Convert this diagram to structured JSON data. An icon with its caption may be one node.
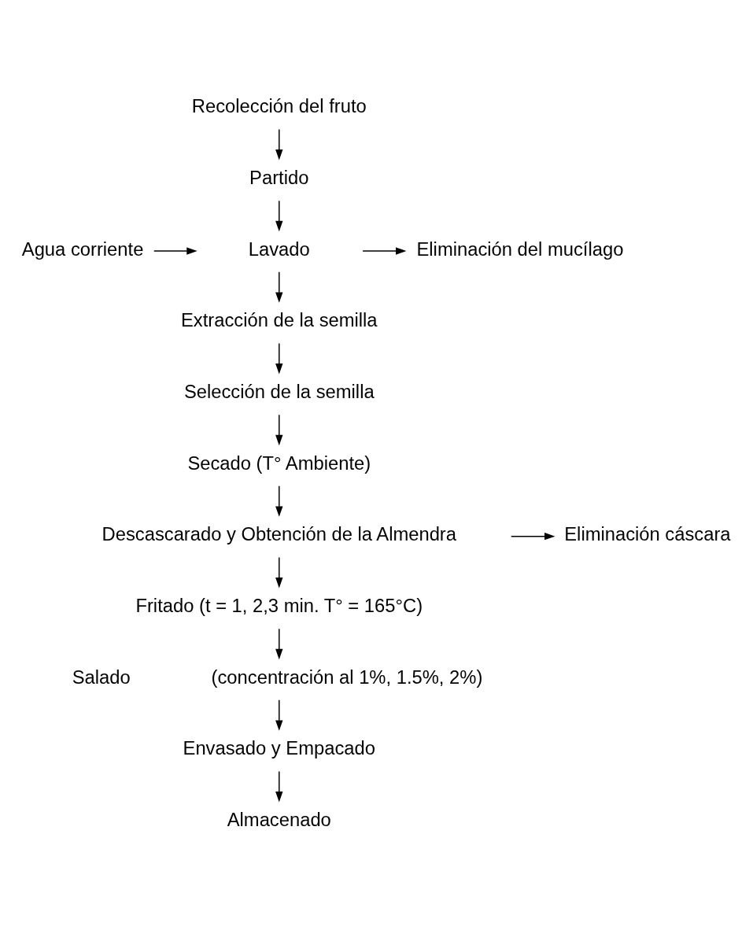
{
  "diagram": {
    "nodes": [
      {
        "text": [
          "Recolección del fruto"
        ]
      },
      {
        "text": [
          "Partido"
        ]
      },
      {
        "text": [
          "Lavado"
        ]
      },
      {
        "text": [
          "Agua corriente"
        ]
      },
      {
        "text": [
          "Eliminación del mucílago"
        ]
      },
      {
        "text": [
          "Extracción de la semilla"
        ]
      },
      {
        "text": [
          "Selección de la semilla"
        ]
      },
      {
        "text": [
          "Secado (T° Ambiente)"
        ]
      },
      {
        "text": [
          "Descascarado y Obtención de la Almendra"
        ]
      },
      {
        "text": [
          "Eliminación cáscara"
        ]
      },
      {
        "text": [
          "Fritado (t = 1, 2,3 min. T° = 165°C)"
        ]
      },
      {
        "text": [
          "Salado"
        ],
        "beside": [
          "(concentración al 1%, 1.5%, 2%)"
        ]
      },
      {
        "text": [
          "Envasado y Empacado"
        ]
      },
      {
        "text": [
          "Almacenado"
        ]
      }
    ],
    "edges": [
      {
        "from": 0,
        "to": 1,
        "arrow": "to"
      },
      {
        "from": 1,
        "to": 2,
        "arrow": "to"
      },
      {
        "from": 2,
        "to": 5,
        "arrow": "to"
      },
      {
        "from": 3,
        "to": null,
        "arrow": "to"
      },
      {
        "from": null,
        "to": 4,
        "arrow": "to"
      },
      {
        "from": 5,
        "to": 6,
        "arrow": "to"
      },
      {
        "from": 6,
        "to": 7,
        "arrow": "to"
      },
      {
        "from": 7,
        "to": 8,
        "arrow": "to"
      },
      {
        "from": 8,
        "to": 10,
        "arrow": "to"
      },
      {
        "from": null,
        "to": 9,
        "arrow": "to"
      },
      {
        "from": 10,
        "to": 11,
        "arrow": "to"
      },
      {
        "from": 11,
        "to": 12,
        "arrow": "to"
      },
      {
        "from": 12,
        "to": 13,
        "arrow": "to"
      }
    ]
  }
}
